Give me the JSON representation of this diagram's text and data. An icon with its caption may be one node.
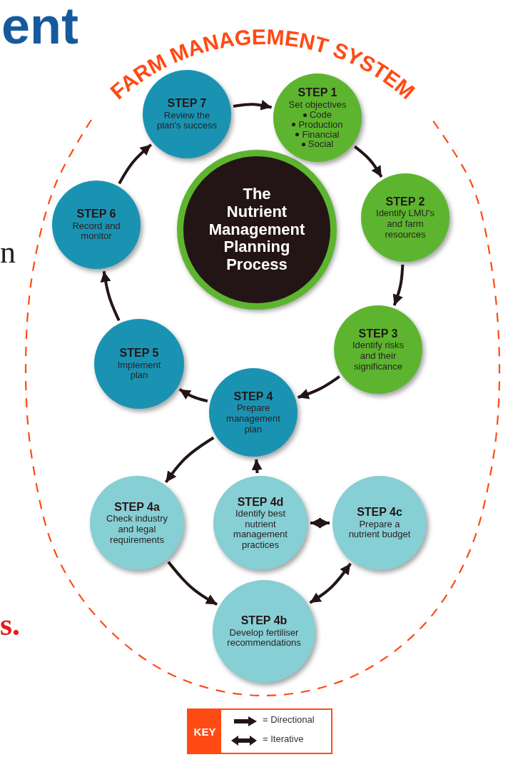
{
  "diagram": {
    "nodes": [
      {
        "text": [
          "FARM MANAGEMENT SYSTEM"
        ]
      },
      {
        "text": [
          "The Nutrient Management Planning Process"
        ],
        "in": 0
      },
      {
        "text": [
          "STEP 1",
          "Set objectives",
          "Code",
          "Production",
          "Financial",
          "Social"
        ],
        "in": 0
      },
      {
        "text": [
          "STEP 2",
          "Identify LMU's and farm resources"
        ],
        "in": 0
      },
      {
        "text": [
          "STEP 3",
          "Identify risks and their significance"
        ],
        "in": 0
      },
      {
        "text": [
          "STEP 4",
          "Prepare management plan"
        ],
        "in": 0
      },
      {
        "text": [
          "STEP 5",
          "Implement plan"
        ],
        "in": 0
      },
      {
        "text": [
          "STEP 6",
          "Record and monitor"
        ],
        "in": 0
      },
      {
        "text": [
          "STEP 7",
          "Review the plan's success"
        ],
        "in": 0
      },
      {
        "text": [
          "STEP 4a",
          "Check industry and legal requirements"
        ],
        "in": 0
      },
      {
        "text": [
          "STEP 4b",
          "Develop fertiliser recommendations"
        ],
        "in": 0
      },
      {
        "text": [
          "STEP 4c",
          "Prepare a nutrient budget"
        ],
        "in": 0
      },
      {
        "text": [
          "STEP 4d",
          "Identify best nutrient management practices"
        ],
        "in": 0
      }
    ],
    "edges": [
      {
        "from": 8,
        "to": 2,
        "arrow": "to"
      },
      {
        "from": 2,
        "to": 3,
        "arrow": "to"
      },
      {
        "from": 3,
        "to": 4,
        "arrow": "to"
      },
      {
        "from": 4,
        "to": 5,
        "arrow": "to"
      },
      {
        "from": 5,
        "to": 6,
        "arrow": "to"
      },
      {
        "from": 6,
        "to": 7,
        "arrow": "to"
      },
      {
        "from": 7,
        "to": 8,
        "arrow": "to"
      },
      {
        "from": 5,
        "to": 9,
        "arrow": "to"
      },
      {
        "from": 9,
        "to": 10,
        "arrow": "to"
      },
      {
        "from": 10,
        "to": 11,
        "arrow": "both"
      },
      {
        "from": 11,
        "to": 12,
        "arrow": "both"
      },
      {
        "from": 12,
        "to": 5,
        "arrow": "to"
      }
    ],
    "labels": [
      "ent",
      "n",
      "s.",
      "KEY"
    ],
    "legend": [
      {
        "text": "= Directional"
      },
      {
        "text": "= Iterative"
      }
    ]
  }
}
